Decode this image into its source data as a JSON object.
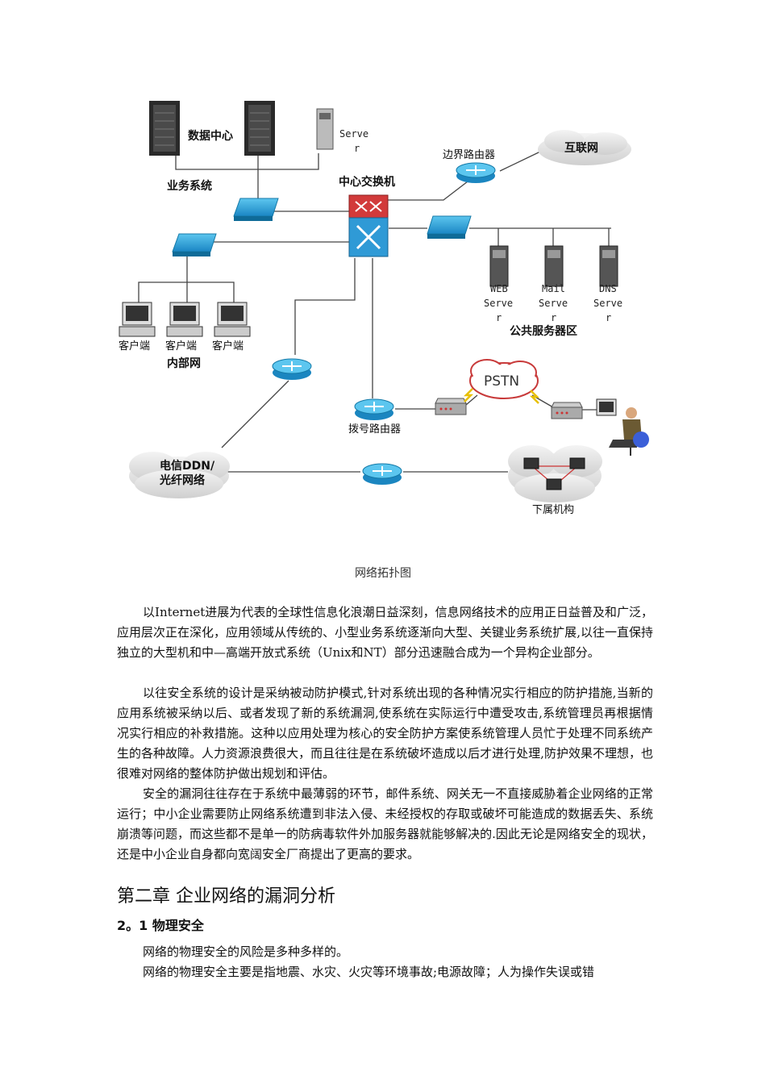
{
  "diagram": {
    "data_center": "数据中心",
    "business_system": "业务系统",
    "server_top": [
      "Serve",
      "r"
    ],
    "core_switch": "中心交换机",
    "border_router": "边界路由器",
    "internet": "互联网",
    "web_server": [
      "WEB",
      "Serve",
      "r"
    ],
    "mail_server": [
      "Mail",
      "Serve",
      "r"
    ],
    "dns_server": [
      "DNS",
      "Serve",
      "r"
    ],
    "public_zone": "公共服务器区",
    "client": "客户端",
    "intranet": "内部网",
    "pstn": "PSTN",
    "dial_router": "拨号路由器",
    "telecom": [
      "电信DDN/",
      "光纤网络"
    ],
    "branch": "下属机构"
  },
  "caption": "网络拓扑图",
  "paragraphs": [
    "以Internet进展为代表的全球性信息化浪潮日益深刻，信息网络技术的应用正日益普及和广泛，应用层次正在深化，应用领域从传统的、小型业务系统逐渐向大型、关键业务系统扩展,以往一直保持独立的大型机和中—高端开放式系统（Unix和NT）部分迅速融合成为一个异构企业部分。",
    "以往安全系统的设计是采纳被动防护模式,针对系统出现的各种情况实行相应的防护措施,当新的应用系统被采纳以后、或者发现了新的系统漏洞,使系统在实际运行中遭受攻击,系统管理员再根据情况实行相应的补救措施。这种以应用处理为核心的安全防护方案使系统管理人员忙于处理不同系统产生的各种故障。人力资源浪费很大，而且往往是在系统破坏造成以后才进行处理,防护效果不理想，也很难对网络的整体防护做出规划和评估。",
    "安全的漏洞往往存在于系统中最薄弱的环节，邮件系统、网关无一不直接威胁着企业网络的正常运行；中小企业需要防止网络系统遭到非法入侵、未经授权的存取或破坏可能造成的数据丢失、系统崩溃等问题，而这些都不是单一的防病毒软件外加服务器就能够解决的.因此无论是网络安全的现状，还是中小企业自身都向宽阔安全厂商提出了更高的要求。"
  ],
  "chapter_title": "第二章  企业网络的漏洞分析",
  "section_title": "2。1  物理安全",
  "section_paragraphs": [
    "网络的物理安全的风险是多种多样的。",
    "网络的物理安全主要是指地震、水灾、火灾等环境事故;电源故障；人为操作失误或错"
  ]
}
